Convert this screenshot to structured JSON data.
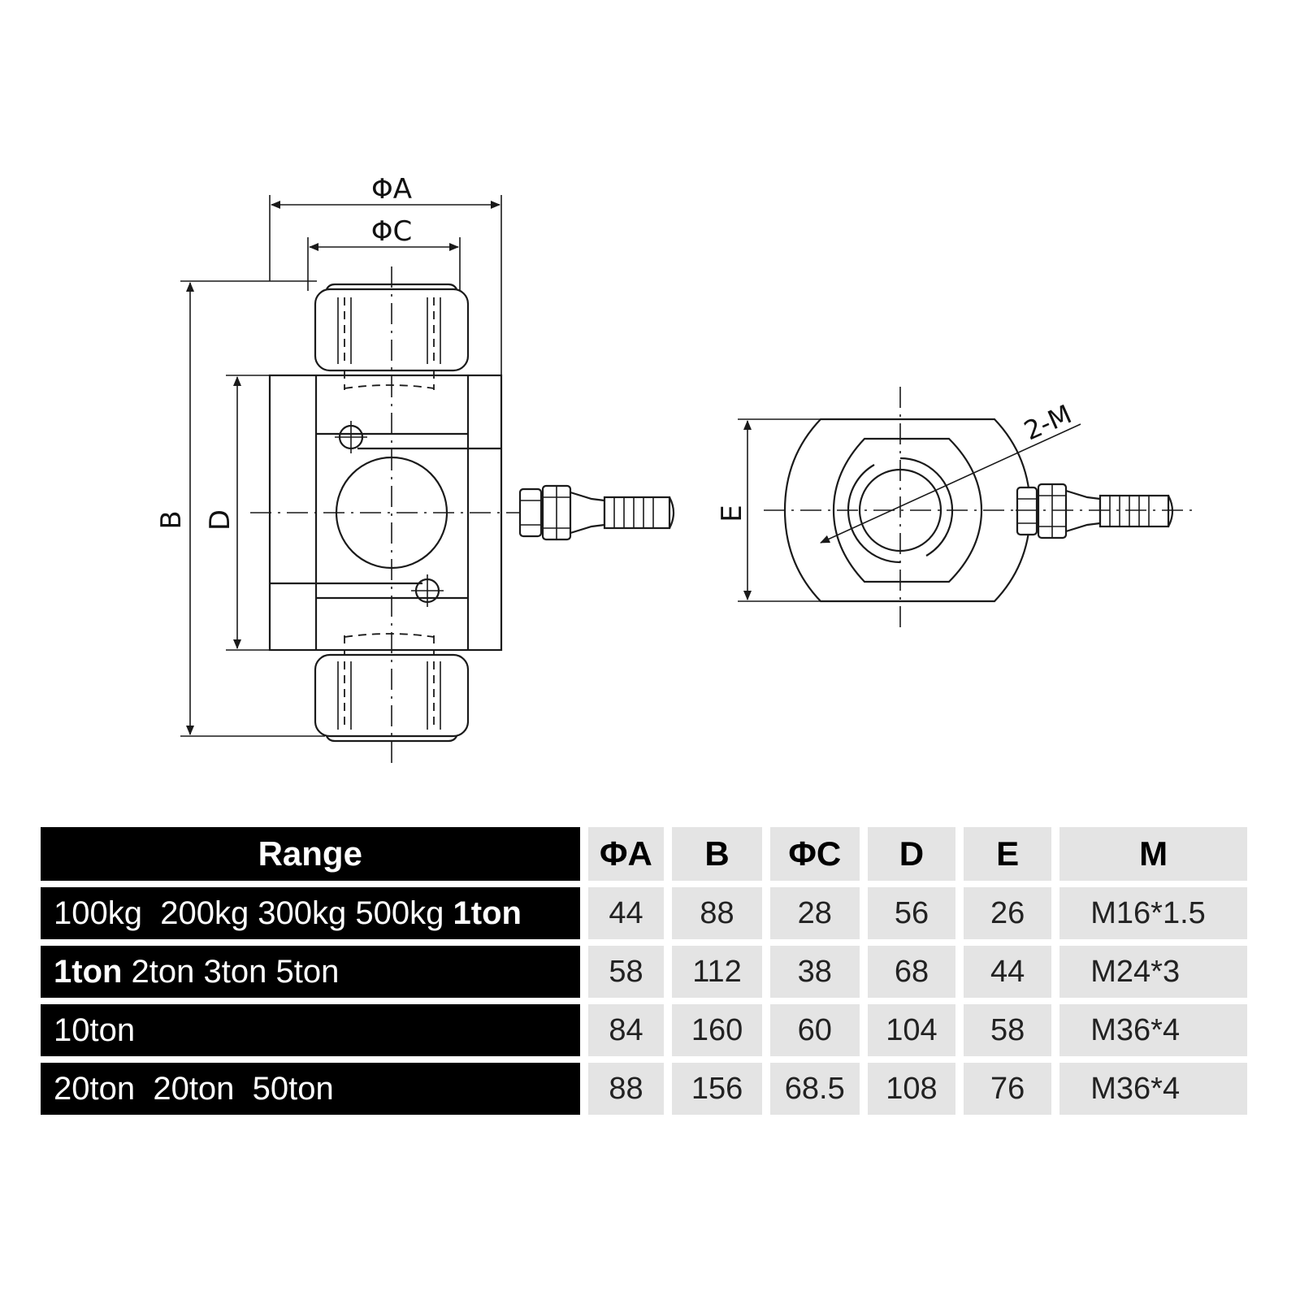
{
  "diagram": {
    "labels": {
      "phi_a": "ΦA",
      "phi_c": "ΦC",
      "b": "B",
      "d": "D",
      "e": "E",
      "two_m": "2-M"
    }
  },
  "table": {
    "headers": [
      "Range",
      "ΦA",
      "B",
      "ΦC",
      "D",
      "E",
      "M"
    ],
    "rows": [
      {
        "range_parts": [
          {
            "text": "100kg  200kg 300kg 500kg ",
            "bold": false
          },
          {
            "text": "1ton",
            "bold": true
          }
        ],
        "values": [
          "44",
          "88",
          "28",
          "56",
          "26",
          "M16*1.5"
        ]
      },
      {
        "range_parts": [
          {
            "text": "1ton",
            "bold": true
          },
          {
            "text": " 2ton 3ton 5ton",
            "bold": false
          }
        ],
        "values": [
          "58",
          "112",
          "38",
          "68",
          "44",
          "M24*3"
        ]
      },
      {
        "range_parts": [
          {
            "text": "10ton",
            "bold": false
          }
        ],
        "values": [
          "84",
          "160",
          "60",
          "104",
          "58",
          "M36*4"
        ]
      },
      {
        "range_parts": [
          {
            "text": "20ton  20ton  50ton",
            "bold": false
          }
        ],
        "values": [
          "88",
          "156",
          "68.5",
          "108",
          "76",
          "M36*4"
        ]
      }
    ]
  }
}
